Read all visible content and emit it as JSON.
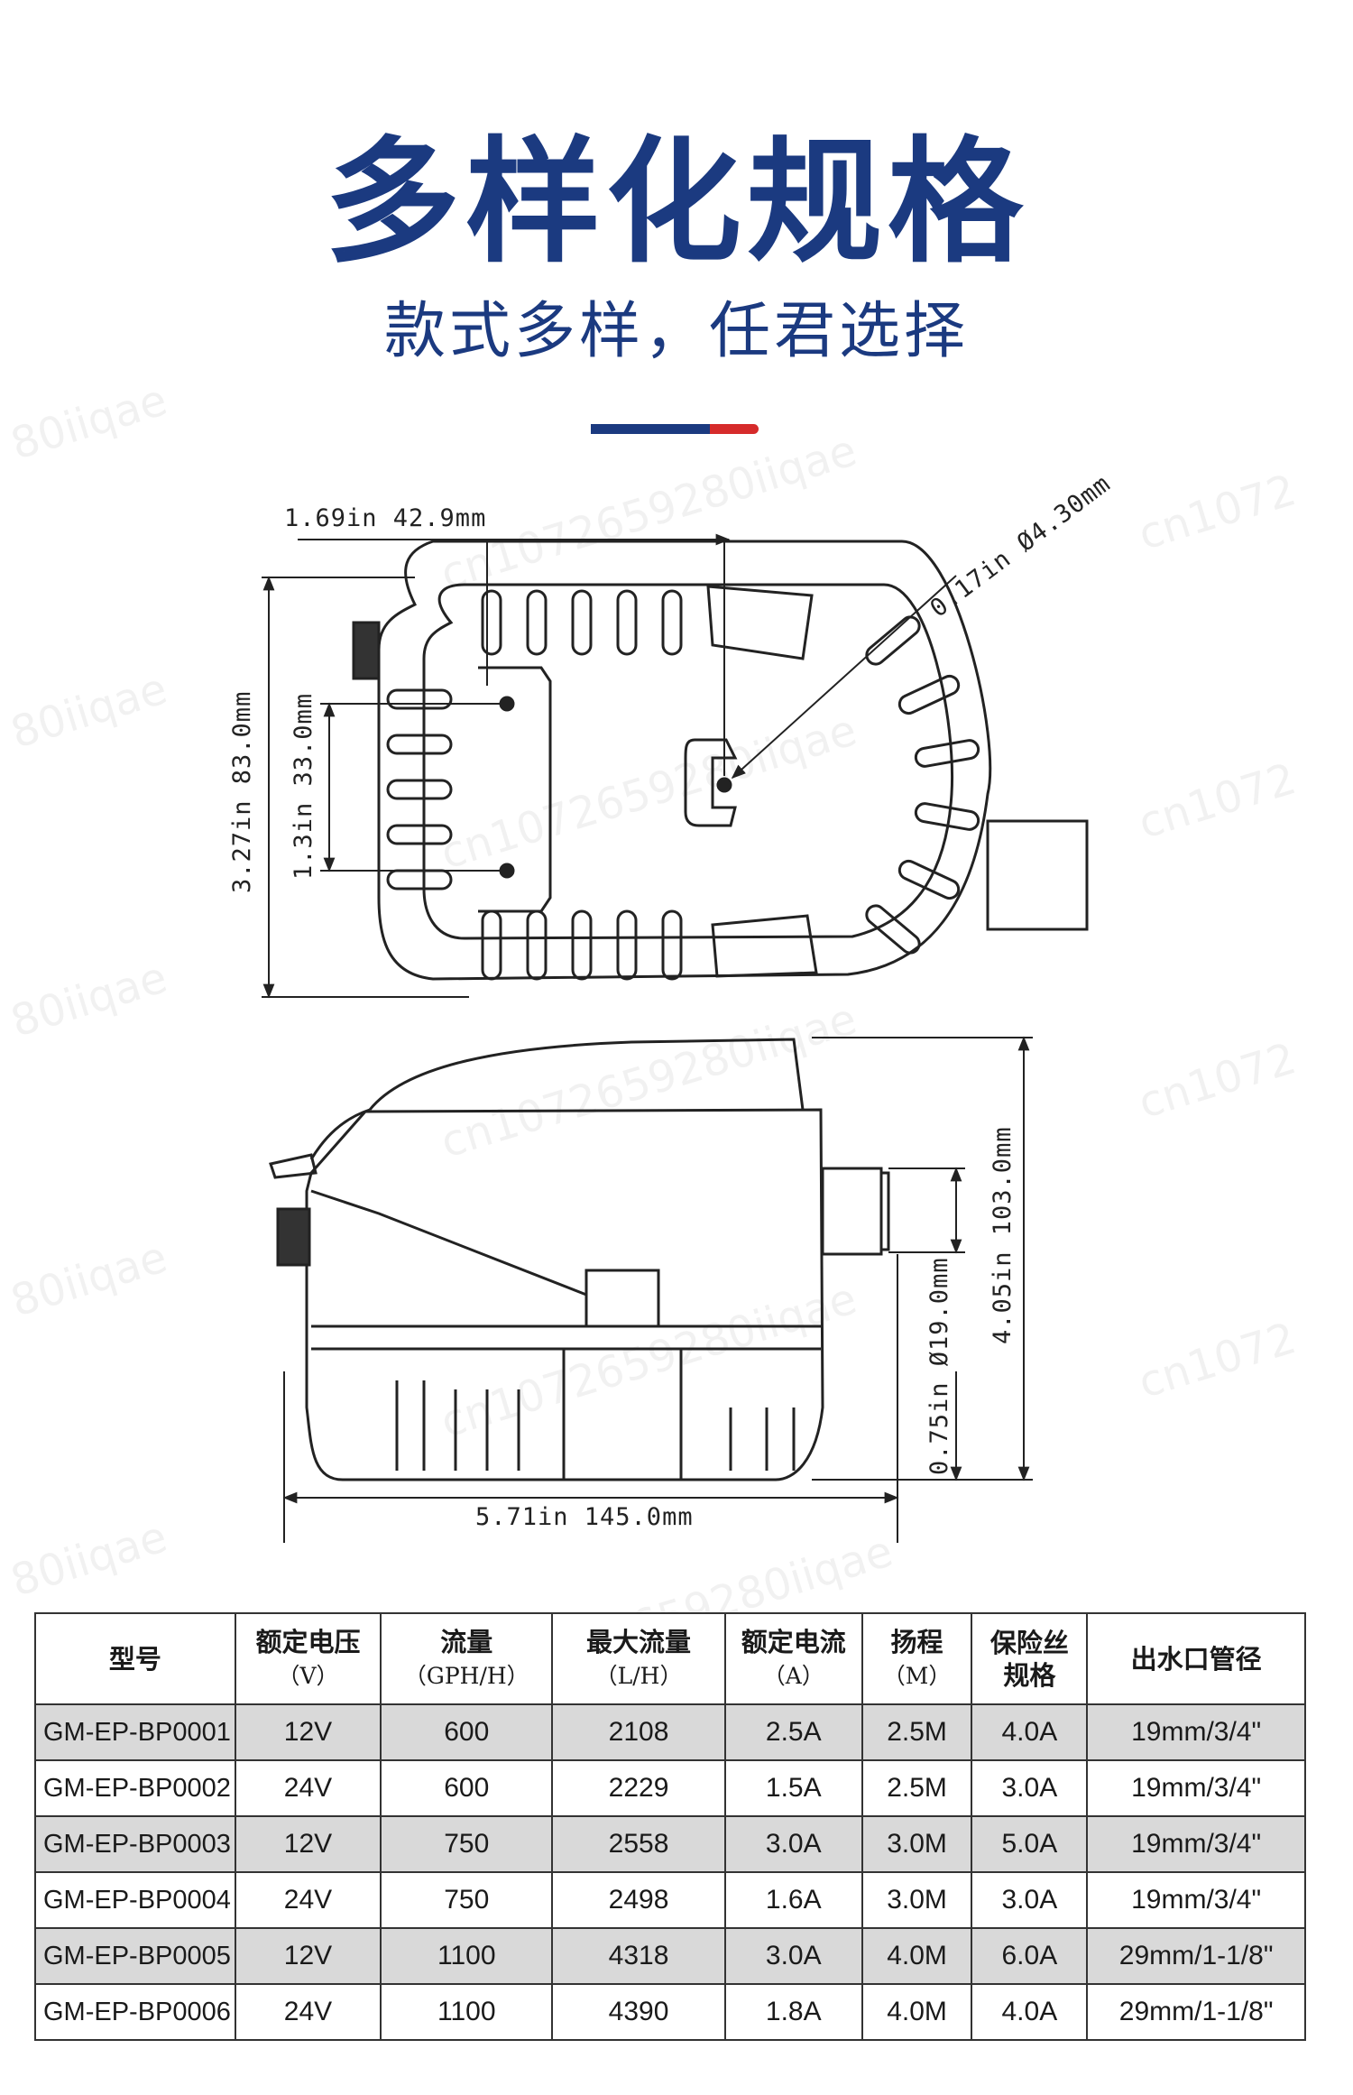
{
  "header": {
    "title": "多样化规格",
    "subtitle": "款式多样，任君选择",
    "accent_colors": {
      "blue": "#1b3a80",
      "red": "#d62b2b"
    }
  },
  "watermarks": [
    "80iiqae",
    "cn1072659280iiqae",
    "cn1072"
  ],
  "diagram": {
    "top_view": {
      "width_dim": "1.69in  42.9mm",
      "hole_dim": "0.17in  Ø4.30mm",
      "height_dim": "3.27in  83.0mm",
      "inner_dim": "1.3in  33.0mm"
    },
    "side_view": {
      "height_dim": "4.05in  103.0mm",
      "outlet_dim": "0.75in  Ø19.0mm",
      "length_dim": "5.71in  145.0mm"
    }
  },
  "table": {
    "headers": [
      {
        "line1": "型号",
        "line2": ""
      },
      {
        "line1": "额定电压",
        "line2": "（V）"
      },
      {
        "line1": "流量",
        "line2": "（GPH/H）"
      },
      {
        "line1": "最大流量",
        "line2": "（L/H）"
      },
      {
        "line1": "额定电流",
        "line2": "（A）"
      },
      {
        "line1": "扬程",
        "line2": "（M）"
      },
      {
        "line1": "保险丝",
        "line2": "规格"
      },
      {
        "line1": "出水口管径",
        "line2": ""
      }
    ],
    "rows": [
      [
        "GM-EP-BP0001",
        "12V",
        "600",
        "2108",
        "2.5A",
        "2.5M",
        "4.0A",
        "19mm/3/4\""
      ],
      [
        "GM-EP-BP0002",
        "24V",
        "600",
        "2229",
        "1.5A",
        "2.5M",
        "3.0A",
        "19mm/3/4\""
      ],
      [
        "GM-EP-BP0003",
        "12V",
        "750",
        "2558",
        "3.0A",
        "3.0M",
        "5.0A",
        "19mm/3/4\""
      ],
      [
        "GM-EP-BP0004",
        "24V",
        "750",
        "2498",
        "1.6A",
        "3.0M",
        "3.0A",
        "19mm/3/4\""
      ],
      [
        "GM-EP-BP0005",
        "12V",
        "1100",
        "4318",
        "3.0A",
        "4.0M",
        "6.0A",
        "29mm/1-1/8\""
      ],
      [
        "GM-EP-BP0006",
        "24V",
        "1100",
        "4390",
        "1.8A",
        "4.0M",
        "4.0A",
        "29mm/1-1/8\""
      ]
    ]
  }
}
